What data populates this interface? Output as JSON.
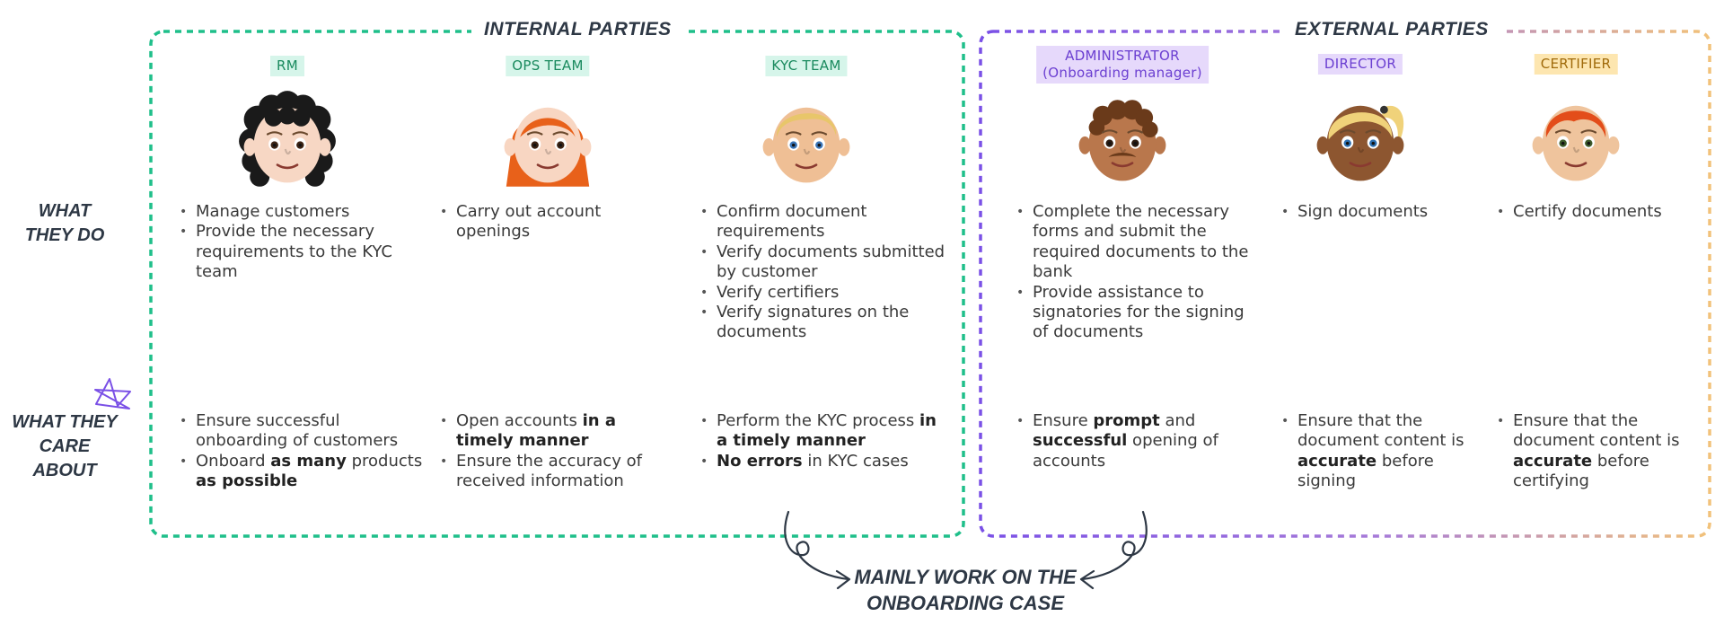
{
  "groups": {
    "internal": {
      "title": "Internal Parties"
    },
    "external": {
      "title": "External Parties"
    }
  },
  "row_labels": {
    "what_they_do": [
      "What",
      "they do"
    ],
    "what_they_care": [
      "What they",
      "care about"
    ]
  },
  "footer": {
    "line1": "Mainly work on the",
    "line2": "onboarding case"
  },
  "colors": {
    "internal": "#1fbf8a",
    "external": "#7a50e6",
    "external_fade": "#f2c27a",
    "star": "#7a50e6"
  },
  "roles": [
    {
      "badge": [
        "RM"
      ],
      "avatar": "curly-black-hair-woman",
      "does": [
        "Manage customers",
        "Provide the necessary requirements to the KYC team"
      ],
      "cares": [
        [
          {
            "t": "Ensure successful onboarding of customers"
          }
        ],
        [
          {
            "t": "Onboard "
          },
          {
            "t": "as many",
            "b": true
          },
          {
            "t": " products "
          },
          {
            "t": "as possible",
            "b": true
          }
        ]
      ]
    },
    {
      "badge": [
        "OPS TEAM"
      ],
      "avatar": "red-hair-woman",
      "does": [
        "Carry out account openings"
      ],
      "cares": [
        [
          {
            "t": "Open accounts "
          },
          {
            "t": "in a timely manner",
            "b": true
          }
        ],
        [
          {
            "t": "Ensure the accuracy of received information"
          }
        ]
      ]
    },
    {
      "badge": [
        "KYC TEAM"
      ],
      "avatar": "blond-man",
      "does": [
        "Confirm document requirements",
        "Verify documents submitted by customer",
        "Verify certifiers",
        "Verify signatures on the documents"
      ],
      "cares": [
        [
          {
            "t": "Perform the KYC process "
          },
          {
            "t": "in a timely manner",
            "b": true
          }
        ],
        [
          {
            "t": "No errors",
            "b": true
          },
          {
            "t": " in KYC cases"
          }
        ]
      ]
    },
    {
      "badge": [
        "ADMINISTRATOR",
        "(Onboarding manager)"
      ],
      "avatar": "curly-hair-man-mustache",
      "does": [
        "Complete the necessary forms and submit the required documents to the bank",
        "Provide assistance to signatories for the signing of documents"
      ],
      "cares": [
        [
          {
            "t": "Ensure "
          },
          {
            "t": "prompt",
            "b": true
          },
          {
            "t": " and "
          },
          {
            "t": "successful",
            "b": true
          },
          {
            "t": " opening of accounts"
          }
        ]
      ]
    },
    {
      "badge": [
        "DIRECTOR"
      ],
      "avatar": "blonde-ponytail-woman",
      "does": [
        "Sign documents"
      ],
      "cares": [
        [
          {
            "t": "Ensure that the document content is "
          },
          {
            "t": "accurate",
            "b": true
          },
          {
            "t": " before signing"
          }
        ]
      ]
    },
    {
      "badge": [
        "CERTIFIER"
      ],
      "avatar": "red-hair-man",
      "does": [
        "Certify documents"
      ],
      "cares": [
        [
          {
            "t": "Ensure that the document content is "
          },
          {
            "t": "accurate",
            "b": true
          },
          {
            "t": " before certifying"
          }
        ]
      ]
    }
  ]
}
